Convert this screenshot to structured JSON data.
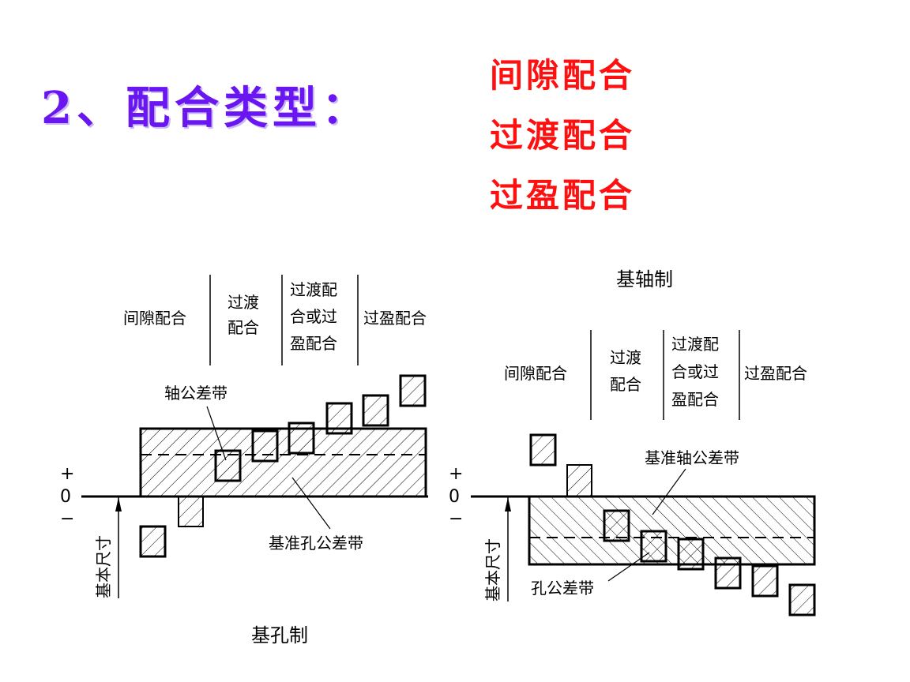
{
  "title": "2、配合类型：",
  "fit_types": [
    "间隙配合",
    "过渡配合",
    "过盈配合"
  ],
  "colors": {
    "title": "#6a16f0",
    "fit_types": "#ff1010",
    "lines": "#000000"
  },
  "hole_basis": {
    "caption": "基孔制",
    "headers": {
      "clearance": "间隙配合",
      "transition": [
        "过渡",
        "配合"
      ],
      "transition_or_interference": [
        "过渡配",
        "合或过",
        "盈配合"
      ],
      "interference": "过盈配合"
    },
    "labels": {
      "shaft_zone": "轴公差带",
      "datum_hole_zone": "基准孔公差带",
      "basic_size": "基本尺寸",
      "plus": "+",
      "zero": "0",
      "minus": "−"
    }
  },
  "shaft_basis": {
    "caption": "基轴制",
    "headers": {
      "clearance": "间隙配合",
      "transition": [
        "过渡",
        "配合"
      ],
      "transition_or_interference": [
        "过渡配",
        "合或过",
        "盈配合"
      ],
      "interference": "过盈配合"
    },
    "labels": {
      "datum_shaft_zone": "基准轴公差带",
      "hole_zone": "孔公差带",
      "basic_size": "基本尺寸",
      "plus": "+",
      "zero": "0",
      "minus": "−"
    }
  }
}
